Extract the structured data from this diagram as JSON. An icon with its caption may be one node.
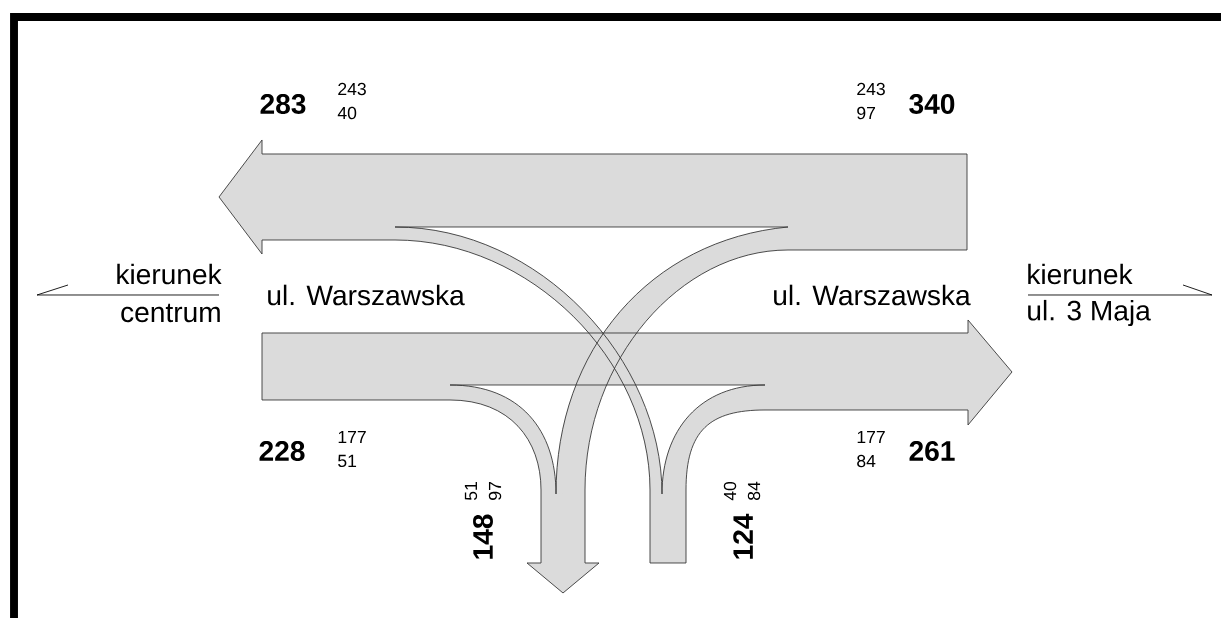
{
  "diagram": {
    "labels": [
      "283",
      "243",
      "40",
      "243",
      "97",
      "340",
      "kierunek",
      "centrum",
      "ul. Warszawska",
      "ul. Warszawska",
      "kierunek",
      "ul. 3 Maja",
      "228",
      "177",
      "51",
      "177",
      "84",
      "261",
      "51",
      "97",
      "148",
      "40",
      "84",
      "124"
    ]
  }
}
